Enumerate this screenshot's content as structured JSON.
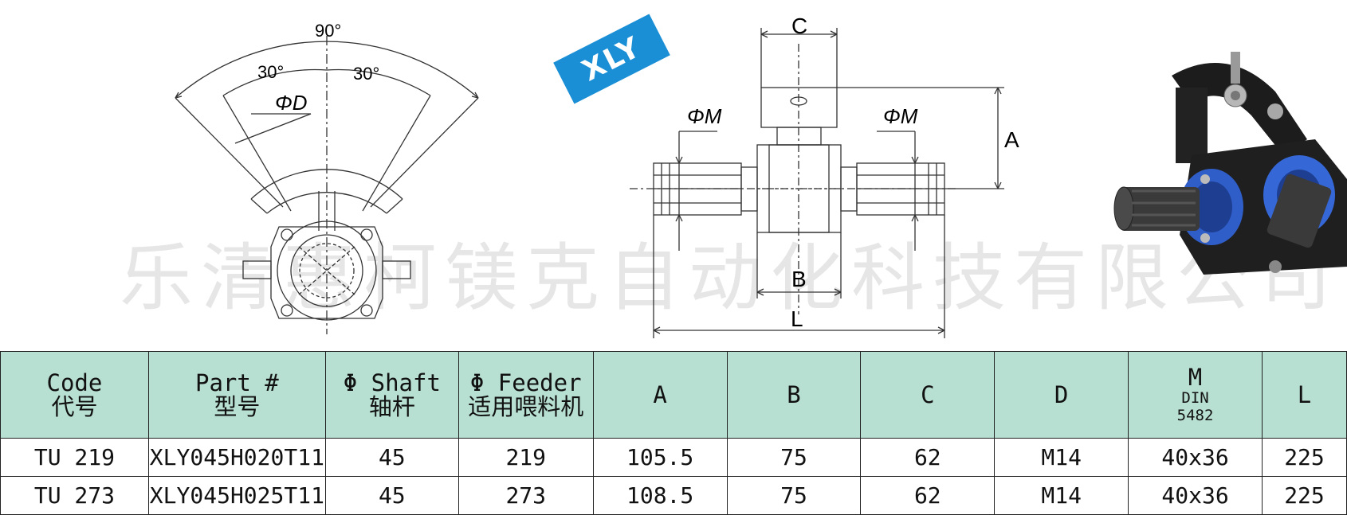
{
  "drawing": {
    "angle_total": "90°",
    "angle_left": "30°",
    "angle_right": "30°",
    "label_phi_d": "ΦD",
    "label_phi_m_left": "ΦM",
    "label_phi_m_right": "ΦM",
    "label_a": "A",
    "label_b": "B",
    "label_c": "C",
    "label_l": "L"
  },
  "badge": {
    "text": "XLY",
    "color": "#1a8fd6"
  },
  "watermark": {
    "text": "乐清惠柯镁克自动化科技有限公司"
  },
  "table": {
    "header_color": "#b8e0d2",
    "headers": [
      {
        "en": "Code",
        "cn": "代号"
      },
      {
        "en": "Part #",
        "cn": "型号"
      },
      {
        "en": "Φ Shaft",
        "cn": "轴杆"
      },
      {
        "en": "Φ Feeder",
        "cn": "适用喂料机"
      },
      {
        "en": "A"
      },
      {
        "en": "B"
      },
      {
        "en": "C"
      },
      {
        "en": "D"
      },
      {
        "en": "M",
        "sub1": "DIN",
        "sub2": "5482"
      },
      {
        "en": "L"
      }
    ],
    "rows": [
      [
        "TU 219",
        "XLY045H020T11",
        "45",
        "219",
        "105.5",
        "75",
        "62",
        "M14",
        "40x36",
        "225"
      ],
      [
        "TU 273",
        "XLY045H025T11",
        "45",
        "273",
        "108.5",
        "75",
        "62",
        "M14",
        "40x36",
        "225"
      ]
    ]
  }
}
